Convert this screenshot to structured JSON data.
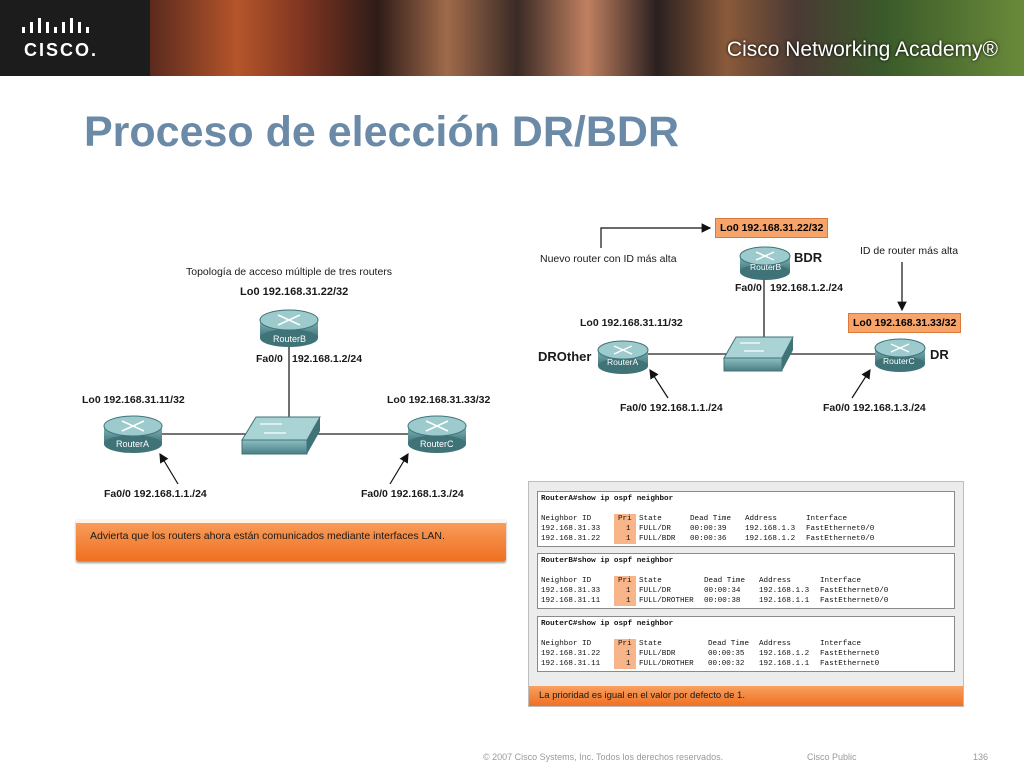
{
  "header": {
    "brand": "CISCO.",
    "academy": "Cisco Networking Academy®"
  },
  "slide_title": "Proceso de elección DR/BDR",
  "left_diagram": {
    "caption": "Topología de acceso múltiple de tres routers",
    "routerB_lo": "Lo0 192.168.31.22/32",
    "routerB_label": "RouterB",
    "routerB_fa_port": "Fa0/0",
    "routerB_fa_ip": "192.168.1.2/24",
    "routerA_lo": "Lo0 192.168.31.11/32",
    "routerA_label": "RouterA",
    "routerA_fa": "Fa0/0 192.168.1.1./24",
    "routerC_lo": "Lo0 192.168.31.33/32",
    "routerC_label": "RouterC",
    "routerC_fa": "Fa0/0 192.168.1.3./24"
  },
  "note": "Advierta que los routers ahora están comunicados mediante interfaces LAN.",
  "right_diagram": {
    "routerB_lo": "Lo0 192.168.31.22/32",
    "new_router_note": "Nuevo router con ID más alta",
    "routerB_label": "RouterB",
    "routerB_role": "BDR",
    "routerB_fa_port": "Fa0/0",
    "routerB_fa_ip": "192.168.1.2./24",
    "highest_id_note": "ID de router más alta",
    "routerA_lo": "Lo0 192.168.31.11/32",
    "routerA_role": "DROther",
    "routerA_label": "RouterA",
    "routerA_fa": "Fa0/0 192.168.1.1./24",
    "routerC_lo": "Lo0 192.168.31.33/32",
    "routerC_role": "DR",
    "routerC_label": "RouterC",
    "routerC_fa": "Fa0/0 192.168.1.3./24"
  },
  "ospf": {
    "headers": [
      "Neighbor ID",
      "Pri",
      "State",
      "Dead Time",
      "Address",
      "Interface"
    ],
    "blocks": [
      {
        "command": "RouterA#show ip ospf neighbor",
        "rows": [
          [
            "192.168.31.33",
            "1",
            "FULL/DR",
            "00:00:39",
            "192.168.1.3",
            "FastEthernet0/0"
          ],
          [
            "192.168.31.22",
            "1",
            "FULL/BDR",
            "00:00:36",
            "192.168.1.2",
            "FastEthernet0/0"
          ]
        ]
      },
      {
        "command": "RouterB#show ip ospf neighbor",
        "rows": [
          [
            "192.168.31.33",
            "1",
            "FULL/DR",
            "00:00:34",
            "192.168.1.3",
            "FastEthernet0/0"
          ],
          [
            "192.168.31.11",
            "1",
            "FULL/DROTHER",
            "00:00:38",
            "192.168.1.1",
            "FastEthernet0/0"
          ]
        ]
      },
      {
        "command": "RouterC#show ip ospf neighbor",
        "rows": [
          [
            "192.168.31.22",
            "1",
            "FULL/BDR",
            "00:00:35",
            "192.168.1.2",
            "FastEthernet0"
          ],
          [
            "192.168.31.11",
            "1",
            "FULL/DROTHER",
            "00:00:32",
            "192.168.1.1",
            "FastEthernet0"
          ]
        ]
      }
    ],
    "footer": "La prioridad es igual en el valor por defecto de 1."
  },
  "footer": {
    "copyright": "© 2007 Cisco Systems, Inc. Todos los derechos reservados.",
    "classification": "Cisco Public",
    "page": "136"
  },
  "colors": {
    "title": "#6b8aa8",
    "accent_orange": "#f07020",
    "highlight": "#f6a46a",
    "device": "#4f8a8f"
  }
}
